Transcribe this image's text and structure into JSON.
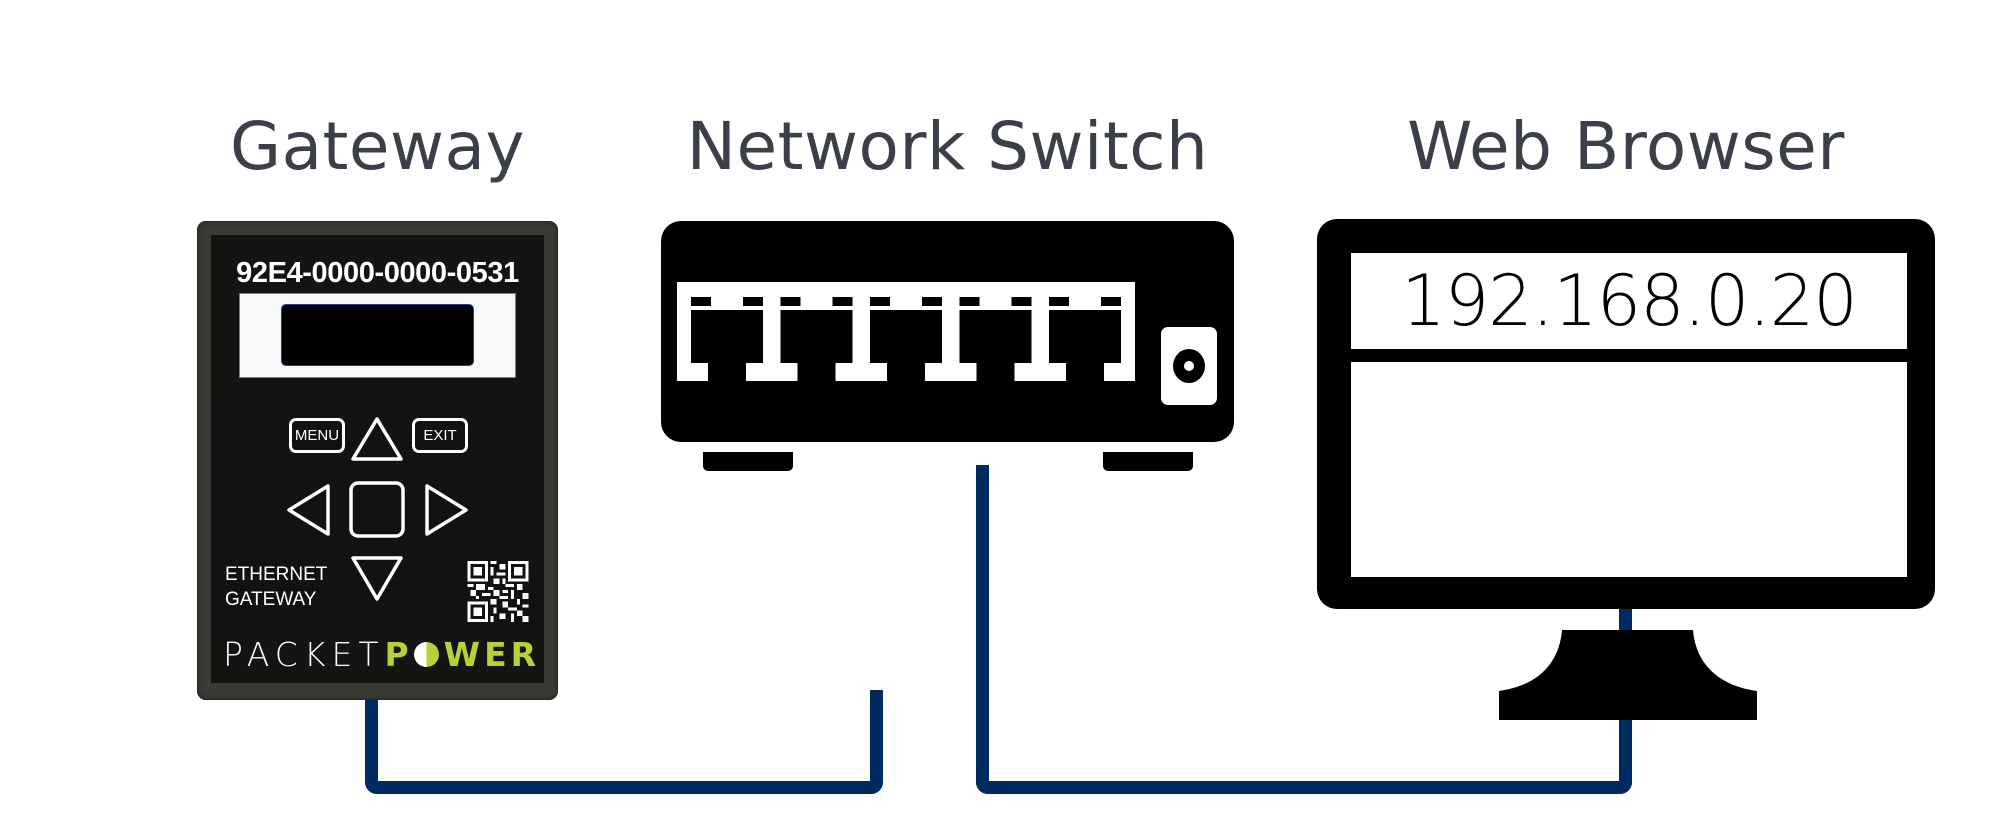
{
  "diagram": {
    "titles": {
      "gateway": "Gateway",
      "switch": "Network Switch",
      "browser": "Web Browser"
    },
    "gateway": {
      "serial": "92E4-0000-0000-0531",
      "buttons": {
        "menu": "MENU",
        "exit": "EXIT"
      },
      "device_label_line1": "ETHERNET",
      "device_label_line2": "GATEWAY",
      "logo_thin": "PACKET",
      "logo_bold_p": "P",
      "logo_bold_rest": "WER",
      "brand_color": "#b5d334"
    },
    "switch": {
      "port_count": 5,
      "has_power_jack": true
    },
    "browser": {
      "address": "192.168.0.20"
    },
    "connections": [
      {
        "from": "gateway",
        "to": "switch"
      },
      {
        "from": "switch",
        "to": "browser"
      }
    ],
    "cable_color": "#002a60",
    "title_color": "#3a3f48"
  }
}
